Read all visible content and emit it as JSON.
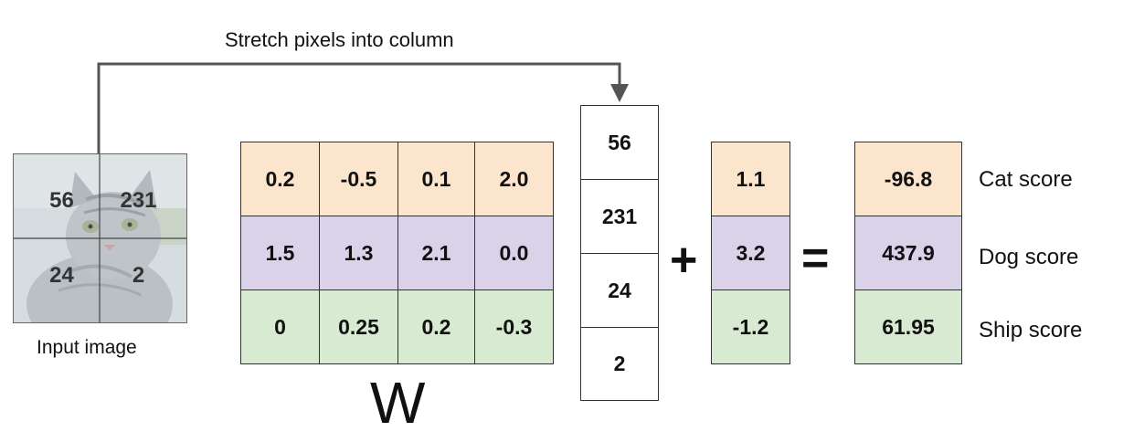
{
  "caption": "Stretch pixels into column",
  "input_image": {
    "label": "Input image",
    "pixels": [
      "56",
      "231",
      "24",
      "2"
    ]
  },
  "weights": {
    "label": "W",
    "rows": [
      [
        "0.2",
        "-0.5",
        "0.1",
        "2.0"
      ],
      [
        "1.5",
        "1.3",
        "2.1",
        "0.0"
      ],
      [
        "0",
        "0.25",
        "0.2",
        "-0.3"
      ]
    ]
  },
  "column": [
    "56",
    "231",
    "24",
    "2"
  ],
  "plus": "+",
  "bias": [
    "1.1",
    "3.2",
    "-1.2"
  ],
  "equals": "=",
  "scores": [
    "-96.8",
    "437.9",
    "61.95"
  ],
  "score_labels": [
    "Cat score",
    "Dog score",
    "Ship score"
  ],
  "colors": {
    "row_cat": "#fce5cd",
    "row_dog": "#d9d2e9",
    "row_ship": "#d9ead3",
    "arrow": "#555555"
  }
}
